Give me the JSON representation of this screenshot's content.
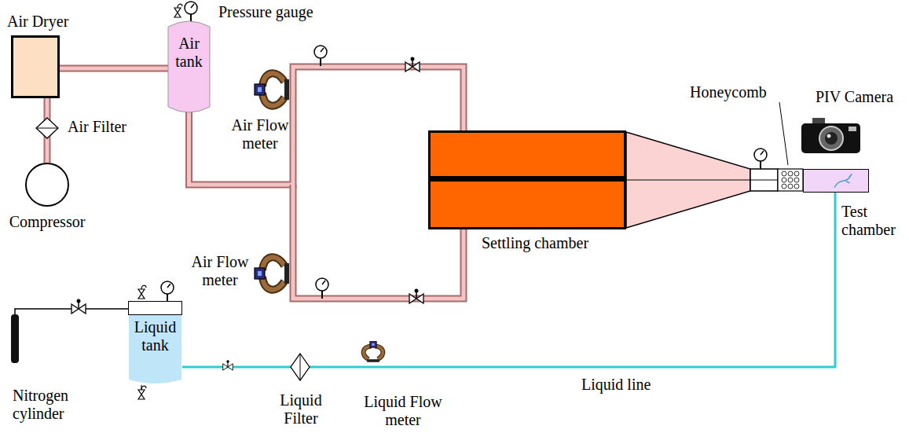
{
  "diagram": {
    "nodes": [
      {
        "text": [
          "Air Dryer"
        ]
      },
      {
        "text": [
          "Air tank"
        ]
      },
      {
        "text": [
          "Compressor"
        ]
      },
      {
        "text": [
          "Settling chamber"
        ]
      },
      {
        "text": [
          "Test chamber"
        ]
      },
      {
        "text": [
          "Liquid tank"
        ]
      }
    ],
    "edges": [
      {
        "from": 2,
        "to": 0,
        "arrow": "none"
      },
      {
        "from": 0,
        "to": 1,
        "arrow": "none"
      },
      {
        "from": 1,
        "to": 3,
        "arrow": "none"
      },
      {
        "from": 5,
        "to": 4,
        "arrow": "none"
      }
    ],
    "labels": [
      "Pressure gauge",
      "Air Filter",
      "Air Flow meter",
      "Air Flow meter",
      "Honeycomb",
      "PIV Camera",
      "Nitrogen cylinder",
      "Liquid Filter",
      "Liquid Flow meter",
      "Liquid line"
    ]
  }
}
